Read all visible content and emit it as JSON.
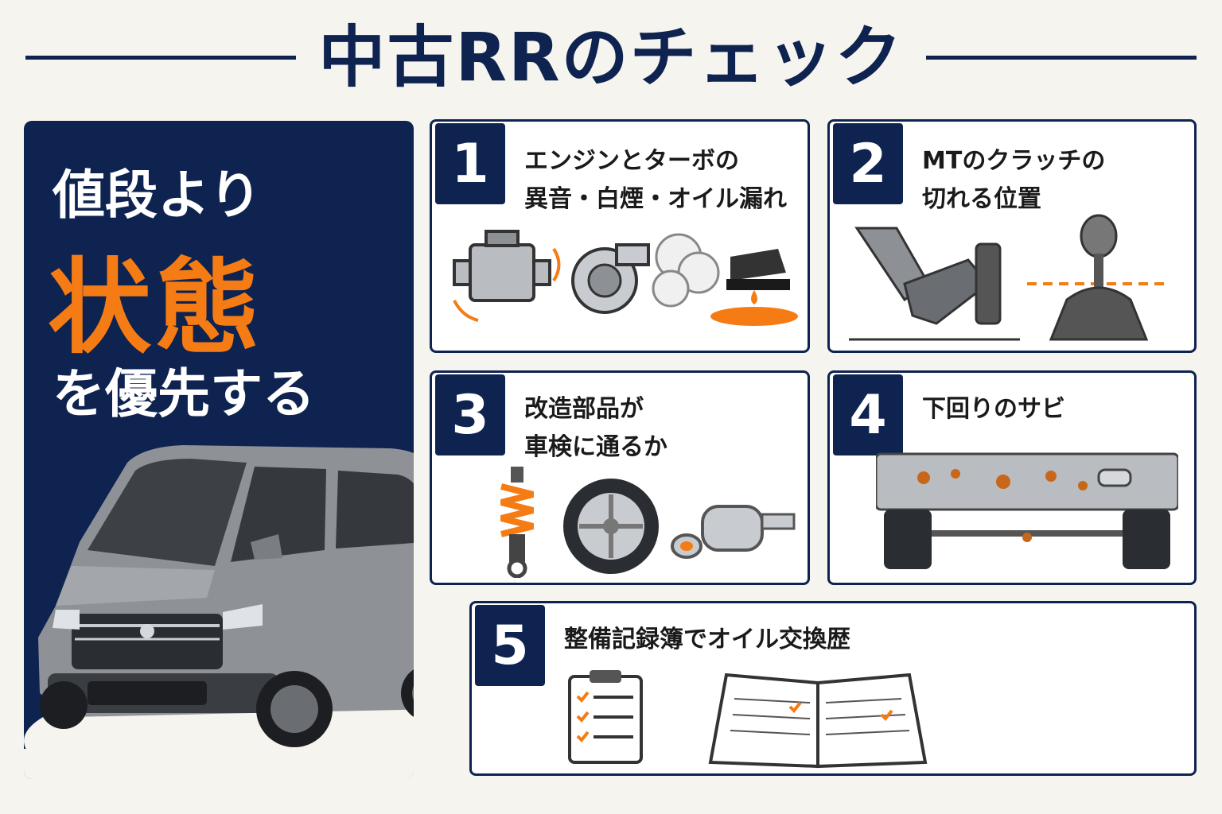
{
  "title": "中古RRのチェック",
  "left_panel": {
    "line1": "値段より",
    "line2": "状態",
    "line3": "を優先する"
  },
  "cards": [
    {
      "number": "1",
      "line1": "エンジンとターボの",
      "line2": "異音・白煙・オイル漏れ"
    },
    {
      "number": "2",
      "line1": "MTのクラッチの",
      "line2": "切れる位置"
    },
    {
      "number": "3",
      "line1": "改造部品が",
      "line2": "車検に通るか"
    },
    {
      "number": "4",
      "line1": "下回りのサビ",
      "line2": ""
    },
    {
      "number": "5",
      "line1": "整備記録簿でオイル交換歴",
      "line2": ""
    }
  ],
  "colors": {
    "navy": "#0f2350",
    "orange": "#f57c14",
    "background": "#f6f4ef"
  },
  "icons": [
    "engine-icon",
    "turbo-icon",
    "smoke-icon",
    "oil-leak-icon",
    "clutch-pedal-icon",
    "shift-lever-icon",
    "coilover-icon",
    "wheel-icon",
    "catalytic-converter-icon",
    "underbody-rust-icon",
    "checklist-clipboard-icon",
    "logbook-icon"
  ]
}
